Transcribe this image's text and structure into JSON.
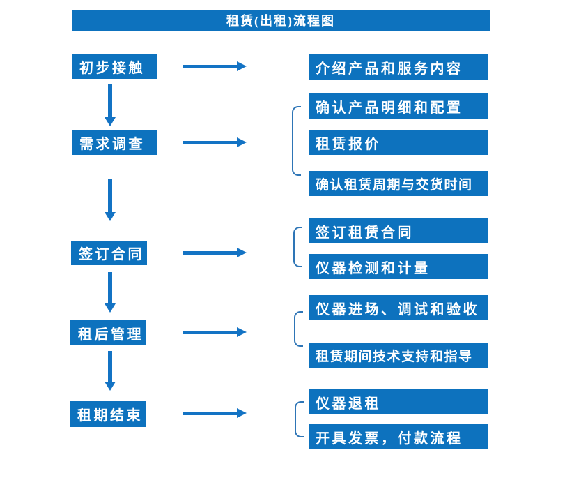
{
  "title": "租赁(出租)流程图",
  "colors": {
    "primary": "#0d72be",
    "arrow": "#1373c4",
    "bracket": "#2e75b6",
    "text": "#ffffff",
    "background": "#ffffff"
  },
  "steps": [
    {
      "label": "初步接触",
      "outputs": [
        "介绍产品和服务内容"
      ]
    },
    {
      "label": "需求调查",
      "outputs": [
        "确认产品明细和配置",
        "租赁报价",
        "确认租赁周期与交货时间"
      ]
    },
    {
      "label": "签订合同",
      "outputs": [
        "签订租赁合同",
        "仪器检测和计量"
      ]
    },
    {
      "label": "租后管理",
      "outputs": [
        "仪器进场、调试和验收",
        "租赁期间技术支持和指导"
      ]
    },
    {
      "label": "租期结束",
      "outputs": [
        "仪器退租",
        "开具发票，付款流程"
      ]
    }
  ]
}
